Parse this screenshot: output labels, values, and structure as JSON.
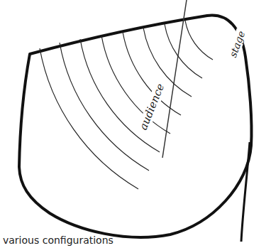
{
  "diagram": {
    "labels": [
      "audience",
      "stage",
      "various configurations"
    ]
  }
}
